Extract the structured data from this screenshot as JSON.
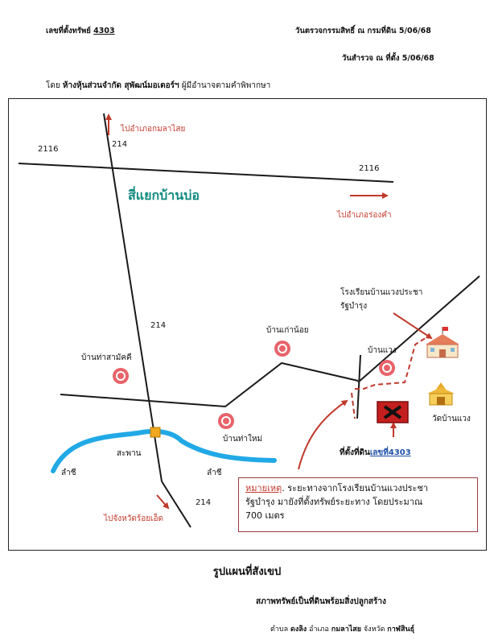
{
  "header": {
    "asset_no_label": "เลขที่ตั้งทรัพย์",
    "asset_no": "4303",
    "inspect_label": "วันตรวจกรรมสิทธิ์ ณ กรมที่ดิน",
    "inspect_date": "5/06/68",
    "survey_label": "วันสำรวจ ณ ที่ตั้ง",
    "survey_date": "5/06/68",
    "by_prefix": "โดย",
    "by_name": "ห้างหุ้นส่วนจำกัด สุพัฒน์มอเตอร์ฯ",
    "by_suffix": "ผู้มีอำนาจตามคำพิพากษา"
  },
  "map": {
    "to_kamalasai": "ไปอำเภอกมลาไสย",
    "road_214_top": "214",
    "road_2116_left": "2116",
    "road_2116_right": "2116",
    "junction": "สี่แยกบ้านบ่อ",
    "to_rongkham": "ไปอำเภอร่องคำ",
    "school": "โรงเรียนบ้านแวงประชา",
    "school_line2": "รัฐบำรุง",
    "road_214_mid": "214",
    "village_thasamakkhi": "บ้านท่าสามัคคี",
    "village_baokaonoi": "บ้านเก่าน้อย",
    "village_baanwaeng": "บ้านแวง",
    "temple": "วัดบ้านแวง",
    "village_thamai": "บ้านท่าใหม่",
    "bridge": "สะพาน",
    "stream_left": "ลำชี",
    "stream_right": "ลำชี",
    "parcel_prefix": "ที่ตั้งที่ดิน",
    "parcel_id": "เลขที่4303",
    "to_roiet": "ไปจังหวัดร้อยเอ็ด",
    "road_214_bottom": "214",
    "note_title": "หมายเหตุ",
    "note_line1": ". ระยะทางจากโรงเรียนบ้านแวงประชา",
    "note_line2": "รัฐบำรุง มายังที่ตั้งทรัพย์ระยะทาง โดยประมาณ",
    "note_line3": "700 เมตร"
  },
  "footer": {
    "title": "รูปแผนที่สังเขป",
    "condition": "สภาพทรัพย์เป็นที่ดินพร้อมสิ่งปลูกสร้าง",
    "tambon_label": "ตำบล",
    "tambon": "ดงลิง",
    "amphoe_label": "อำเภอ",
    "amphoe": "กมลาไสย",
    "province_label": "จังหวัด",
    "province": "กาฬสินธุ์"
  },
  "colors": {
    "road": "#1a1a1a",
    "river": "#21a9e6",
    "arrow": "#c0392b",
    "marker": "#e8636a",
    "junction_text": "#0f8a7e",
    "parcel": "#c41f1f"
  },
  "icons": [
    "location-marker-icon",
    "school-building-icon",
    "temple-icon",
    "parcel-marker-icon",
    "bridge-icon"
  ]
}
